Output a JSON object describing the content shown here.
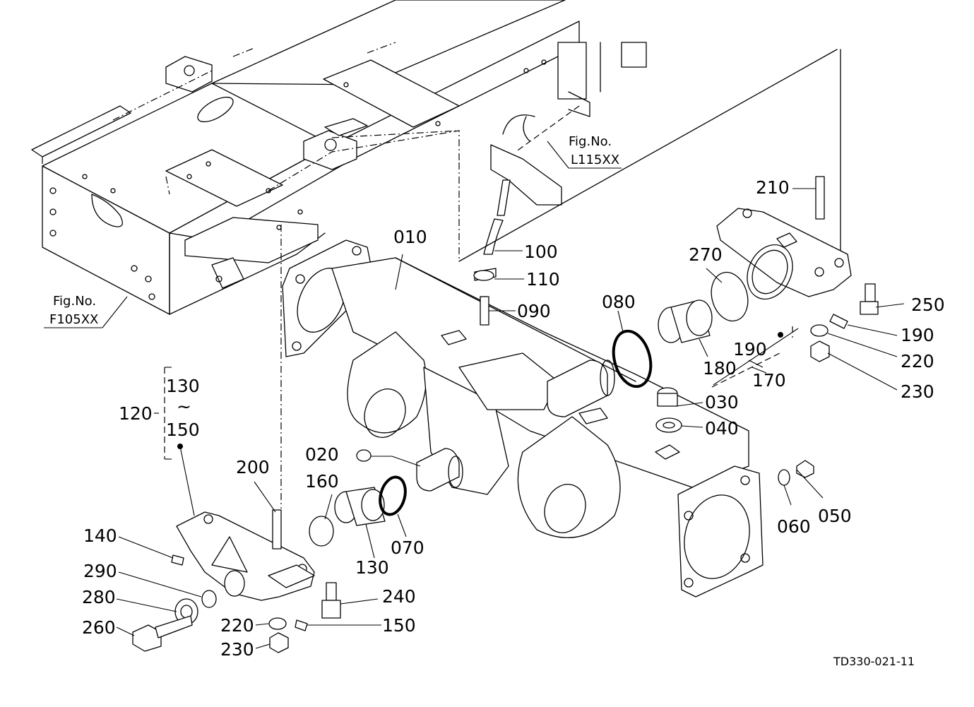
{
  "diagram": {
    "drawing_code": "TD330-021-11",
    "figure_refs": {
      "frame": {
        "line1": "Fig.No.",
        "line2": "F105XX"
      },
      "hose": {
        "line1": "Fig.No.",
        "line2": "L115XX"
      }
    },
    "parts": {
      "p010": "010",
      "p020": "020",
      "p030": "030",
      "p040": "040",
      "p050": "050",
      "p060": "060",
      "p070": "070",
      "p080": "080",
      "p090": "090",
      "p100": "100",
      "p110": "110",
      "p120": "120",
      "p130": "130",
      "p130b": "130",
      "p140": "140",
      "p150": "150",
      "p150b": "150",
      "p160": "160",
      "p170": "170",
      "p180": "180",
      "p190": "190",
      "p190b": "190",
      "p200": "200",
      "p210": "210",
      "p220": "220",
      "p220b": "220",
      "p230": "230",
      "p230b": "230",
      "p240": "240",
      "p250": "250",
      "p260": "260",
      "p270": "270",
      "p280": "280",
      "p290": "290"
    },
    "range_mark": "~"
  }
}
